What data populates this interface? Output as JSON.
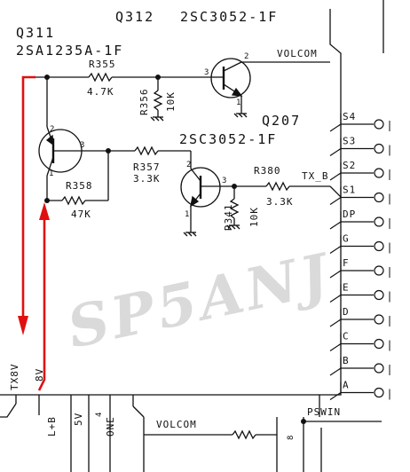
{
  "transistors": {
    "q311": {
      "ref": "Q311",
      "part": "2SA1235A-1F"
    },
    "q312": {
      "ref": "Q312",
      "part": "2SC3052-1F"
    },
    "q207": {
      "ref": "Q207",
      "part": "2SC3052-1F"
    }
  },
  "resistors": {
    "r355": {
      "ref": "R355",
      "value": "4.7K"
    },
    "r356": {
      "ref": "R356",
      "value": "10K"
    },
    "r357": {
      "ref": "R357",
      "value": "3.3K"
    },
    "r358": {
      "ref": "R358",
      "value": "47K"
    },
    "r380": {
      "ref": "R380",
      "value": "3.3K"
    },
    "r341": {
      "ref": "R341",
      "value": "10K"
    }
  },
  "pins": {
    "p1": "1",
    "p2": "2",
    "p3": "3"
  },
  "nets": {
    "volcom_top": "VOLCOM",
    "tx_b": "TX_B",
    "pswin": "PSWIN",
    "volcom_bottom": "VOLCOM"
  },
  "connector": [
    "S4",
    "S3",
    "S2",
    "S1",
    "DP",
    "G",
    "F",
    "E",
    "D",
    "C",
    "B",
    "A"
  ],
  "bottom_labels": {
    "tx8v": "TX8V",
    "v8": "8V",
    "lb": "L+B",
    "v5": "5V",
    "one": "ONE",
    "four": "4",
    "eight": "8"
  },
  "watermark": "SP5ANJ",
  "colors": {
    "wire": "#111111",
    "annotation": "#e01010",
    "watermark": "#bdbdbd"
  }
}
